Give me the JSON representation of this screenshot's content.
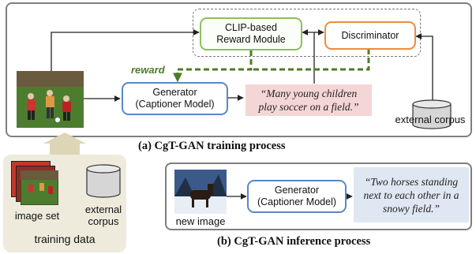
{
  "training": {
    "clip_module": "CLIP-based\nReward Module",
    "discriminator": "Discriminator",
    "reward_label": "reward",
    "generator": "Generator\n(Captioner Model)",
    "caption_output": "“Many young children\nplay soccer on a field.”",
    "corpus_label": "external corpus",
    "section_caption": "(a)  CgT-GAN training process"
  },
  "training_data": {
    "image_set_label": "image set",
    "corpus_label": "external\ncorpus",
    "title": "training data"
  },
  "inference": {
    "input_label": "new image",
    "generator": "Generator\n(Captioner Model)",
    "caption_output": "“Two horses standing\nnext to each other in a\nsnowy field.”",
    "section_caption": "(b)  CgT-GAN inference process"
  },
  "colors": {
    "generator_border": "#5b87c5",
    "clip_border": "#8fbf5a",
    "discriminator_border": "#ee8c3a",
    "reward_arrow": "#4f7a28",
    "training_caption_bg": "#f5d6d6",
    "inference_caption_bg": "#dfe7f2",
    "training_data_bg": "#eeebdd"
  }
}
